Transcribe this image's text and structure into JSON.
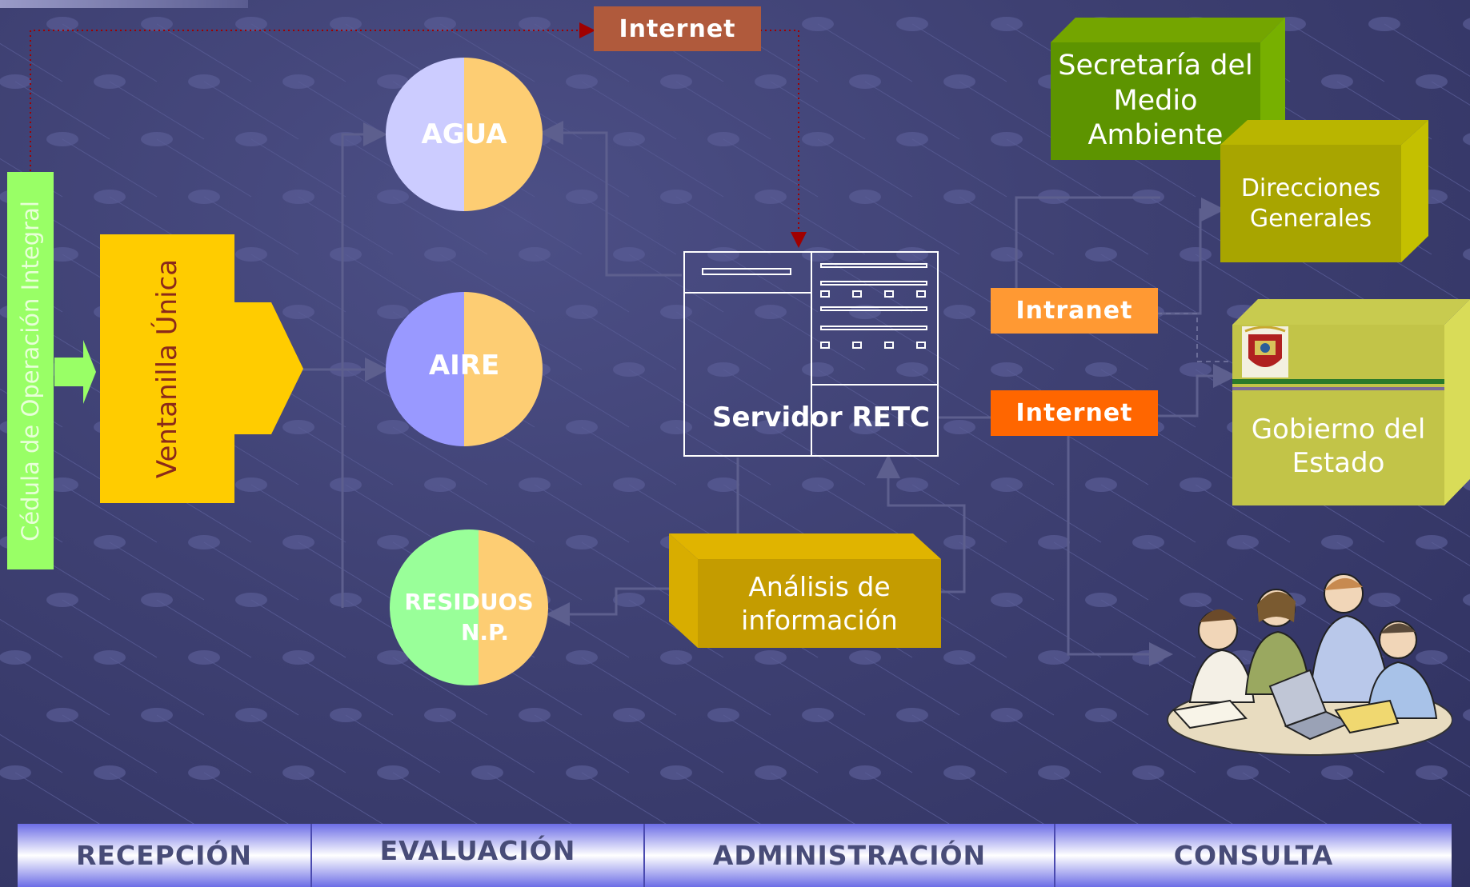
{
  "cedula": {
    "label": "Cédula de Operación Integral"
  },
  "ventanilla": {
    "label": "Ventanilla Única"
  },
  "circles": {
    "agua": {
      "label": "AGUA"
    },
    "aire": {
      "label": "AIRE"
    },
    "residuos": {
      "line1": "RESIDUOS",
      "line2": "N.P."
    }
  },
  "internet_top": {
    "label": "Internet"
  },
  "server": {
    "label": "Servidor RETC"
  },
  "intranet": {
    "label": "Intranet"
  },
  "internet_right": {
    "label": "Internet"
  },
  "analisis": {
    "line1": "Análisis de",
    "line2": "información"
  },
  "secretaria": {
    "line1": "Secretaría del",
    "line2": "Medio Ambiente"
  },
  "direcciones": {
    "line1": "Direcciones",
    "line2": "Generales"
  },
  "gobierno": {
    "line1": "Gobierno del",
    "line2": "Estado"
  },
  "stages": [
    "RECEPCIÓN",
    "EVALUACIÓN",
    "ADMINISTRACIÓN",
    "CONSULTA"
  ],
  "colors": {
    "cedula": "#99ff66",
    "ventanilla": "#ffcc00",
    "agua_left": "#ccccff",
    "aire_left": "#9999ff",
    "residuos_left": "#99ff99",
    "circle_right": "#fdcd73",
    "internet_top": "#b05a3c",
    "intranet": "#ff9933",
    "internet_right": "#ff6600"
  }
}
